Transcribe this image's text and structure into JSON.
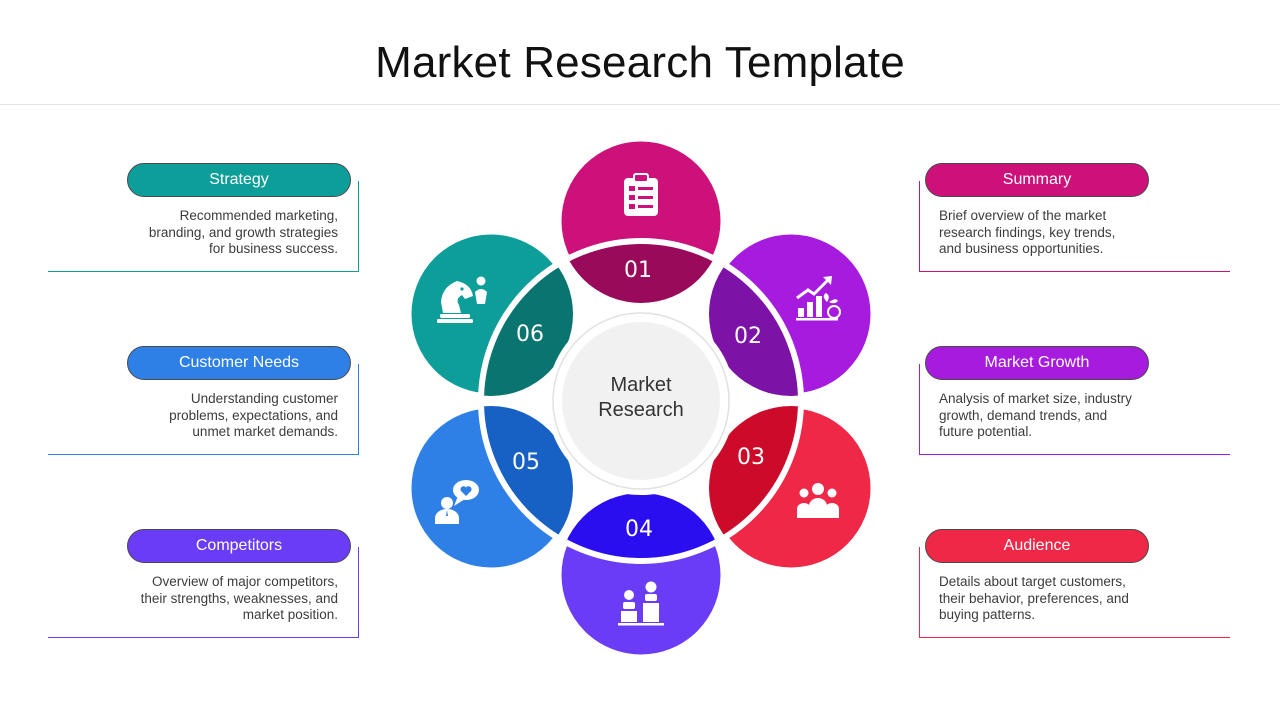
{
  "title": "Market Research Template",
  "center": {
    "line1": "Market",
    "line2": "Research"
  },
  "cards": {
    "strategy": {
      "title": "Strategy",
      "desc": [
        "Recommended marketing,",
        "branding, and growth strategies",
        "for business success."
      ],
      "color": "#0e9e99"
    },
    "customer_needs": {
      "title": "Customer Needs",
      "desc": [
        "Understanding customer",
        "problems, expectations, and",
        "unmet market demands."
      ],
      "color": "#2f80e6"
    },
    "competitors": {
      "title": "Competitors",
      "desc": [
        "Overview of major competitors,",
        "their strengths, weaknesses, and",
        "market position."
      ],
      "color": "#6a3cf5"
    },
    "summary": {
      "title": "Summary",
      "desc": [
        "Brief overview of the market",
        "research findings, key trends,",
        "and business opportunities."
      ],
      "color": "#cc117a"
    },
    "market_growth": {
      "title": "Market Growth",
      "desc": [
        "Analysis of market size, industry",
        "growth, demand trends, and",
        "future potential."
      ],
      "color": "#a61bde"
    },
    "audience": {
      "title": "Audience",
      "desc": [
        "Details about target customers,",
        "their behavior, preferences, and",
        "buying patterns."
      ],
      "color": "#f02848"
    }
  },
  "petals": [
    {
      "num": "01",
      "icon": "clipboard-icon",
      "color": "#cc117a",
      "inner": "#9a0a5a"
    },
    {
      "num": "02",
      "icon": "growth-chart-icon",
      "color": "#a61bde",
      "inner": "#7d12a6"
    },
    {
      "num": "03",
      "icon": "audience-icon",
      "color": "#f02848",
      "inner": "#cc0a2a"
    },
    {
      "num": "04",
      "icon": "podium-icon",
      "color": "#6a3cf5",
      "inner": "#2a0ef0"
    },
    {
      "num": "05",
      "icon": "customer-heart-icon",
      "color": "#2f80e6",
      "inner": "#1760c4"
    },
    {
      "num": "06",
      "icon": "chess-knight-icon",
      "color": "#0e9e99",
      "inner": "#0a7570"
    }
  ]
}
